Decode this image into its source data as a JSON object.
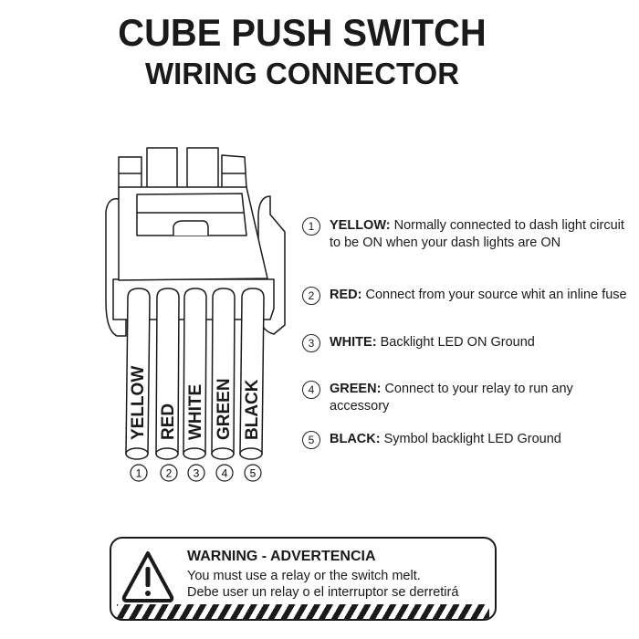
{
  "title": "CUBE PUSH SWITCH",
  "subtitle": "WIRING CONNECTOR",
  "wires": [
    {
      "num": "1",
      "label": "YELLOW"
    },
    {
      "num": "2",
      "label": "RED"
    },
    {
      "num": "3",
      "label": "WHITE"
    },
    {
      "num": "4",
      "label": "GREEN"
    },
    {
      "num": "5",
      "label": "BLACK"
    }
  ],
  "legend": [
    {
      "num": "1",
      "name": "YELLOW:",
      "desc": "Normally connected to dash light circuit to be ON when your dash lights are ON"
    },
    {
      "num": "2",
      "name": "RED:",
      "desc": "Connect from your source whit an inline fuse"
    },
    {
      "num": "3",
      "name": "WHITE:",
      "desc": "Backlight LED ON Ground"
    },
    {
      "num": "4",
      "name": "GREEN:",
      "desc": "Connect to your relay to run any accessory"
    },
    {
      "num": "5",
      "name": "BLACK:",
      "desc": "Symbol backlight LED Ground"
    }
  ],
  "warning": {
    "title": "WARNING - ADVERTENCIA",
    "line1": "You must use a relay or the switch melt.",
    "line2": "Debe user un relay o el interruptor se derretirá",
    "icon": "warning-triangle-icon"
  }
}
